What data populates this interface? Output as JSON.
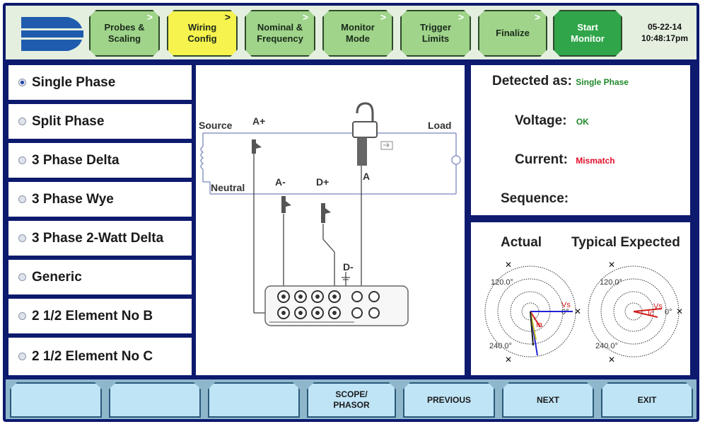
{
  "tabs": [
    {
      "label": "Probes &\nScaling",
      "arrow": ">"
    },
    {
      "label": "Wiring\nConfig",
      "arrow": ">"
    },
    {
      "label": "Nominal &\nFrequency",
      "arrow": ">"
    },
    {
      "label": "Monitor\nMode",
      "arrow": ">"
    },
    {
      "label": "Trigger\nLimits",
      "arrow": ">"
    },
    {
      "label": "Finalize",
      "arrow": ">"
    },
    {
      "label": "Start\nMonitor"
    }
  ],
  "datetime": {
    "date": "05-22-14",
    "time": "10:48:17pm"
  },
  "options": [
    {
      "label": "Single Phase",
      "selected": true
    },
    {
      "label": "Split Phase",
      "selected": false
    },
    {
      "label": "3 Phase Delta",
      "selected": false
    },
    {
      "label": "3 Phase Wye",
      "selected": false
    },
    {
      "label": "3 Phase 2-Watt Delta",
      "selected": false
    },
    {
      "label": "Generic",
      "selected": false
    },
    {
      "label": "2 1/2 Element No B",
      "selected": false
    },
    {
      "label": "2 1/2 Element No C",
      "selected": false
    }
  ],
  "diagram": {
    "source": "Source",
    "load": "Load",
    "neutral": "Neutral",
    "a_plus": "A+",
    "a_minus": "A-",
    "d_plus": "D+",
    "d_minus": "D-",
    "a_clamp": "A"
  },
  "detect": {
    "detected_label": "Detected as:",
    "detected_value": "Single Phase",
    "voltage_label": "Voltage:",
    "voltage_value": "OK",
    "current_label": "Current:",
    "current_value": "Mismatch",
    "sequence_label": "Sequence:",
    "colors": {
      "ok": "#1f8a2a",
      "mismatch": "#e0102a"
    }
  },
  "phasor": {
    "actual_label": "Actual",
    "expected_label": "Typical Expected",
    "deg120": "120.0°",
    "deg240": "240.0°",
    "deg0": "0°",
    "vs": "Vs",
    "ia": "Ia",
    "ic": "Ic"
  },
  "footer": [
    "",
    "",
    "",
    "SCOPE/\nPHASOR",
    "PREVIOUS",
    "NEXT",
    "EXIT"
  ],
  "colors": {
    "frame": "#0d1a6e",
    "tab": "#9fd48a",
    "tab_active": "#f6f24e",
    "start": "#30a54a",
    "footer_btn": "#bfe4f6"
  }
}
